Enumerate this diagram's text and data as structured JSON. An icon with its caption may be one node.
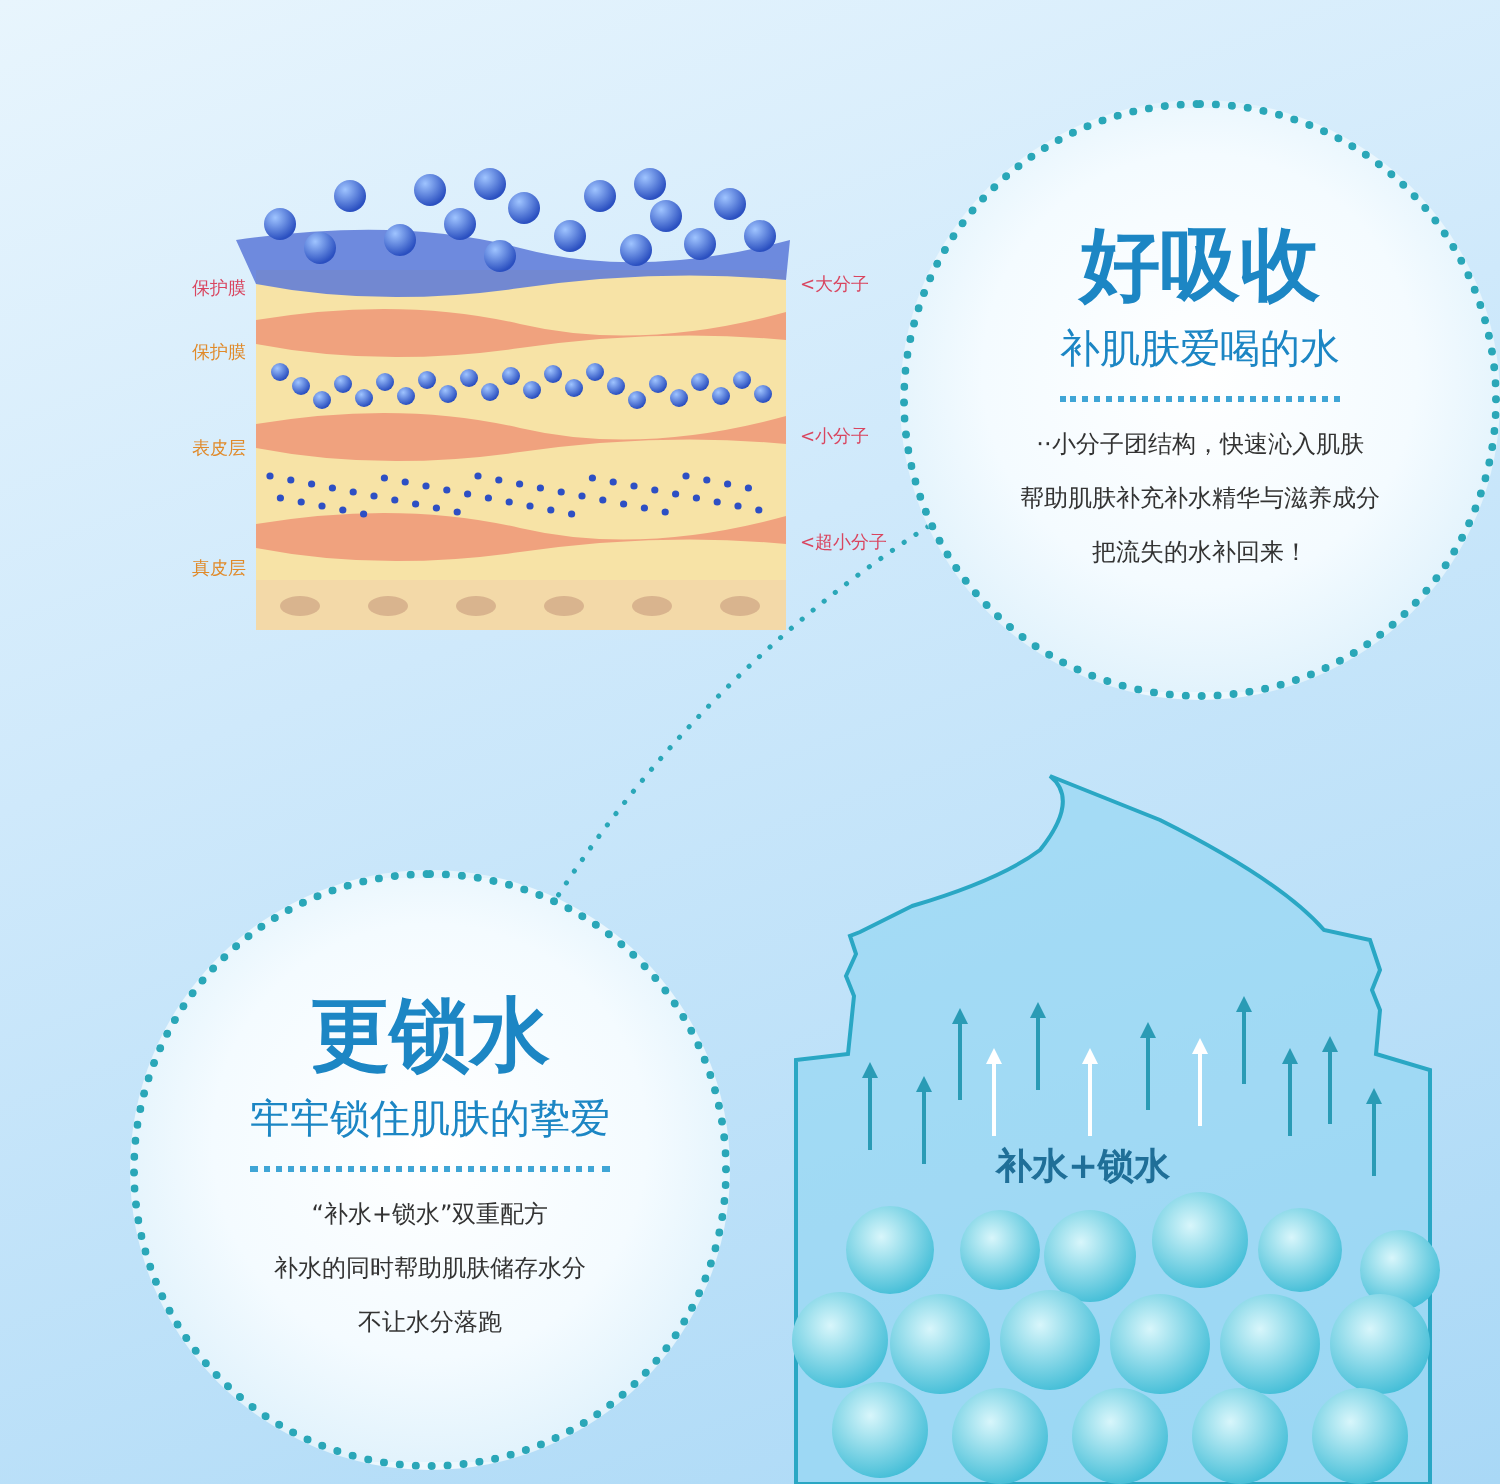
{
  "diagram": {
    "nodes": [
      {
        "text": [
          "好吸收",
          "补肌肤爱喝的水",
          "··小分子团结构，快速沁入肌肤",
          "帮助肌肤补充补水精华与滋养成分",
          "把流失的水补回来！"
        ]
      },
      {
        "text": [
          "更锁水",
          "牢牢锁住肌肤的挚爱",
          "“补水+锁水”双重配方",
          "补水的同时帮助肌肤储存水分",
          "不让水分落跑"
        ]
      }
    ],
    "edges": [
      {
        "from": 0,
        "to": 1,
        "arrow": "none",
        "style": "dashed"
      }
    ],
    "labels": [
      "保护膜",
      "<大分子",
      "保护膜",
      "表皮层",
      "<小分子",
      "<超小分子",
      "真皮层",
      "补水+锁水"
    ]
  }
}
